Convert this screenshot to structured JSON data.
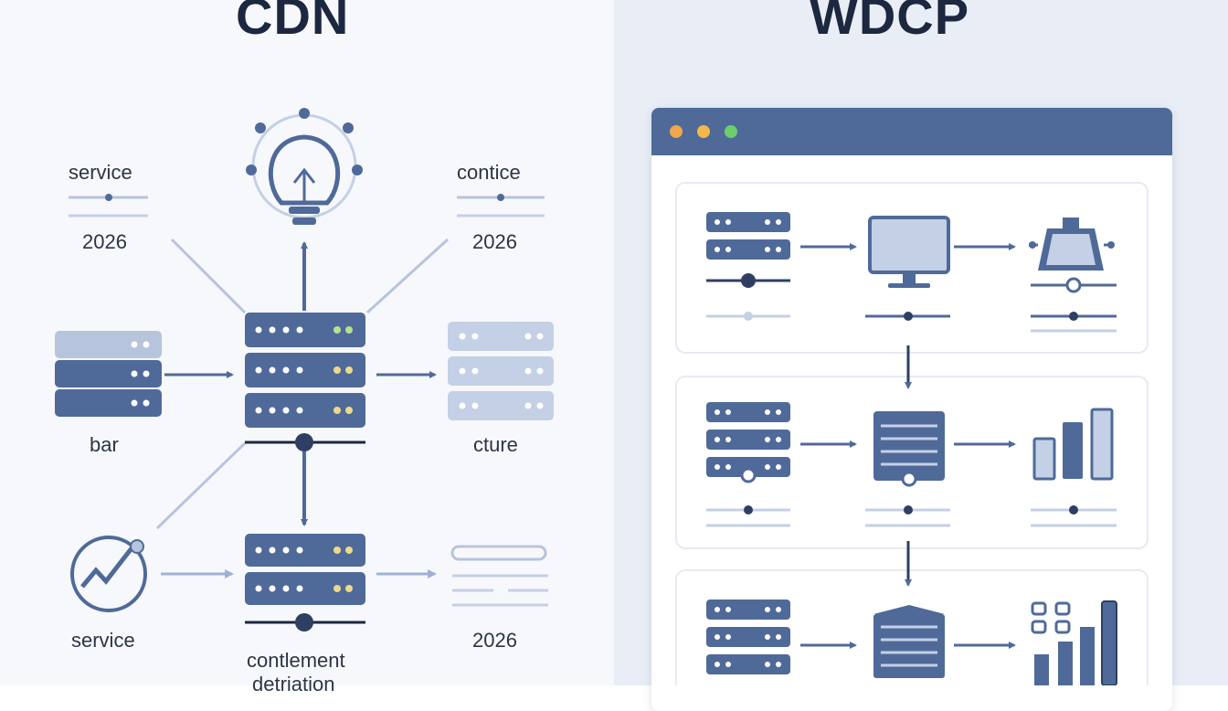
{
  "titles": {
    "left": "CDN",
    "right": "WDCP"
  },
  "cdn_labels": {
    "top_left_title": "service",
    "top_left_year": "2026",
    "top_right_title": "contice",
    "top_right_year": "2026",
    "mid_left": "bar",
    "mid_right": "cture",
    "bottom_left": "service",
    "bottom_right_year": "2026",
    "bottom_center_line1": "contlement",
    "bottom_center_line2": "detriation"
  },
  "icons": {
    "lightbulb": "lightbulb-icon",
    "server": "server-stack-icon",
    "chart": "trend-chart-icon",
    "monitor": "monitor-icon",
    "bars": "bar-chart-icon"
  },
  "colors": {
    "primary": "#4f6a99",
    "light": "#c4d0e6",
    "dark_text": "#1c2740",
    "dot_red": "#f0a64a",
    "dot_yellow": "#f2b84b",
    "dot_green": "#6ccf6a"
  }
}
